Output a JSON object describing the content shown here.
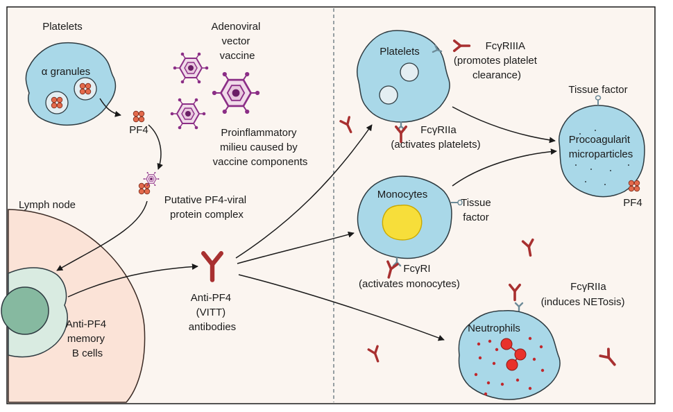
{
  "colors": {
    "background": "#fbf5f0",
    "frame": "#1a1a1a",
    "cell_fill": "#a9d8e8",
    "cell_stroke": "#2d3a40",
    "lymph_node": "#fbe3d7",
    "b_cell": "#d9ebe1",
    "b_cell_nucleus": "#86b9a0",
    "pf4": "#e36a4c",
    "virus": "#8b2e86",
    "virus_fill": "#f0dbe9",
    "antibody": "#a83030",
    "receptor": "#6d8b98",
    "monocyte_nucleus": "#f7de3a",
    "dots": "#c0282c"
  },
  "left": {
    "platelets_label": "Platelets",
    "granules_label": "α granules",
    "pf4_label": "PF4",
    "vaccine_label": [
      "Adenoviral",
      "vector",
      "vaccine"
    ],
    "milieu_label": [
      "Proinflammatory",
      "milieu caused by",
      "vaccine components"
    ],
    "complex_label": [
      "Putative PF4-viral",
      "protein  complex"
    ],
    "lymph_node_label": "Lymph node",
    "bcell_label": [
      "Anti-PF4",
      "memory",
      "B cells"
    ],
    "antibody_label": [
      "Anti-PF4",
      "(VITT)",
      "antibodies"
    ]
  },
  "right": {
    "platelets_label": "Platelets",
    "fcgr3a_label": [
      "FcγRIIIA",
      "(promotes platelet",
      "clearance)"
    ],
    "fcgr2a_platelet_label": [
      "FcγRIIa",
      "(activates platelets)"
    ],
    "tissue_factor_top_label": "Tissue factor",
    "microparticles_label": [
      "Procoagulant",
      "microparticles"
    ],
    "pf4_label": "PF4",
    "monocytes_label": "Monocytes",
    "tissue_factor_label": [
      "Tissue",
      "factor"
    ],
    "fcgr1_label": [
      "FcγRI",
      "(activates monocytes)"
    ],
    "fcgr2a_neutrophil_label": [
      "FcγRIIa",
      "(induces NETosis)"
    ],
    "neutrophils_label": "Neutrophils"
  }
}
